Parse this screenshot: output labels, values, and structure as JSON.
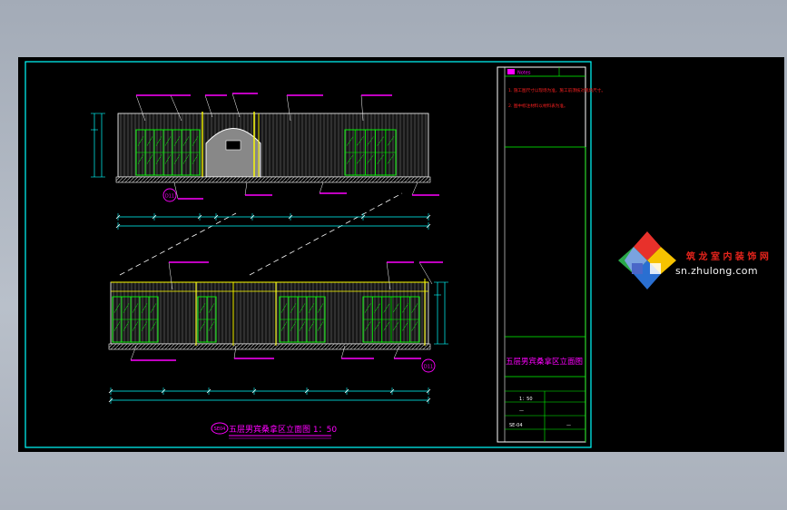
{
  "drawing": {
    "main_title": "五层男宾桑拿区立面图 1：50",
    "title_block_name": "五层男宾桑拿区立面图",
    "title_block_scale": "1：50",
    "title_block_code": "SE-04",
    "title_block_dash": "—",
    "section_marker": "SE04",
    "detail_marker_a": "D11",
    "detail_marker_b": "D11",
    "notes_header": "Notes",
    "note_1": "1. 施工图尺寸以现场为准，施工前须核对现场尺寸。",
    "note_2": "2. 图中标注材料以材料表为准。"
  },
  "watermark": {
    "brand": "筑 龙 室 内 装 饰 网",
    "url": "sn.zhulong.com"
  },
  "colors": {
    "magenta": "#ff00ff",
    "cyan": "#00ffff",
    "yellow": "#ffff00",
    "green": "#00ff00",
    "white": "#ffffff",
    "red": "#ff2020"
  }
}
